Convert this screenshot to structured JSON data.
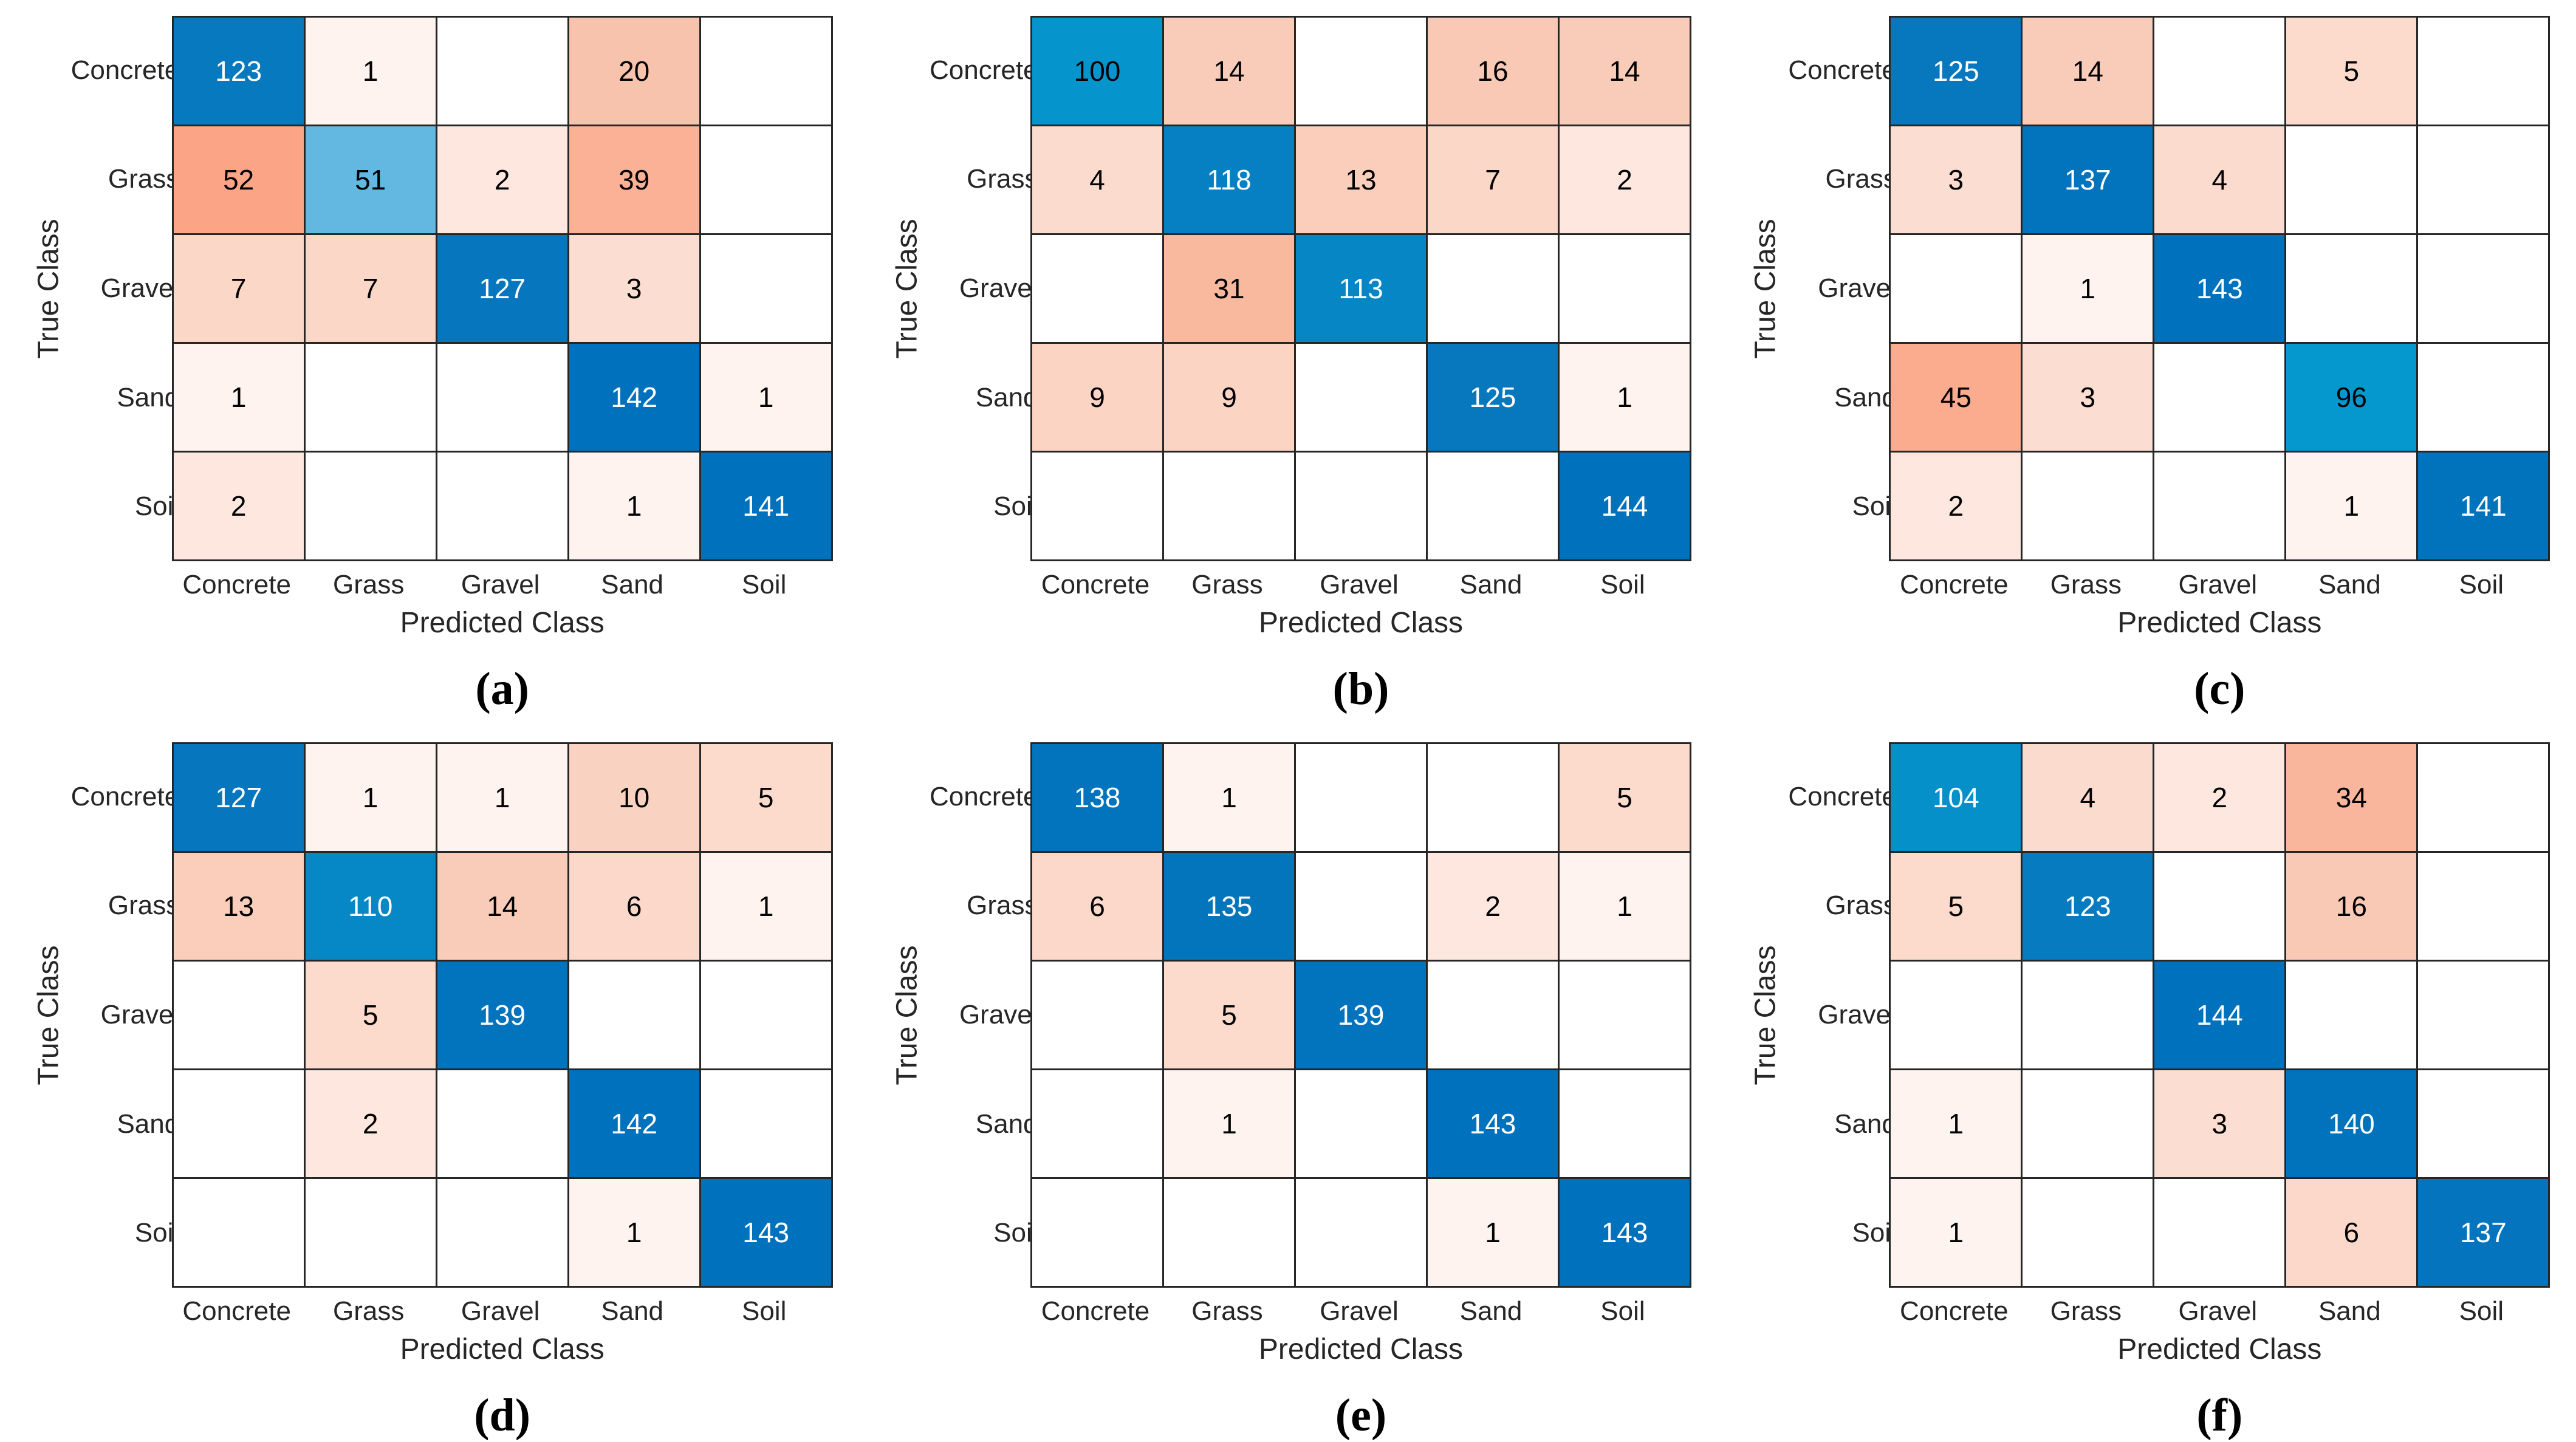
{
  "figure": {
    "background": "#ffffff",
    "x_axis_label": "Predicted Class",
    "y_axis_label": "True Class",
    "classes": [
      "Concrete",
      "Grass",
      "Gravel",
      "Sand",
      "Soil"
    ],
    "colors": {
      "diagonal_base": "#0072BD",
      "diagonal_mid": "#0598CE",
      "diagonal_light": "#62B8E1",
      "off_diagonal_base": "#D95319",
      "off_diagonal_strong": "#FCA485",
      "off_diagonal_light": "#FCDDD1",
      "grid_line": "#262626",
      "label_text": "#262626",
      "cell_text_dark": "#000000",
      "cell_text_light": "#ffffff"
    }
  },
  "chart_data": [
    {
      "type": "heatmap",
      "subtype": "confusion-matrix",
      "caption": "(a)",
      "xlabel": "Predicted Class",
      "ylabel": "True Class",
      "categories": [
        "Concrete",
        "Grass",
        "Gravel",
        "Sand",
        "Soil"
      ],
      "matrix": [
        [
          123,
          1,
          null,
          20,
          null
        ],
        [
          52,
          51,
          2,
          39,
          null
        ],
        [
          7,
          7,
          127,
          3,
          null
        ],
        [
          1,
          null,
          null,
          142,
          1
        ],
        [
          2,
          null,
          null,
          1,
          141
        ]
      ]
    },
    {
      "type": "heatmap",
      "subtype": "confusion-matrix",
      "caption": "(b)",
      "xlabel": "Predicted Class",
      "ylabel": "True Class",
      "categories": [
        "Concrete",
        "Grass",
        "Gravel",
        "Sand",
        "Soil"
      ],
      "matrix": [
        [
          100,
          14,
          null,
          16,
          14
        ],
        [
          4,
          118,
          13,
          7,
          2
        ],
        [
          null,
          31,
          113,
          null,
          null
        ],
        [
          9,
          9,
          null,
          125,
          1
        ],
        [
          null,
          null,
          null,
          null,
          144
        ]
      ]
    },
    {
      "type": "heatmap",
      "subtype": "confusion-matrix",
      "caption": "(c)",
      "xlabel": "Predicted Class",
      "ylabel": "True Class",
      "categories": [
        "Concrete",
        "Grass",
        "Gravel",
        "Sand",
        "Soil"
      ],
      "matrix": [
        [
          125,
          14,
          null,
          5,
          null
        ],
        [
          3,
          137,
          4,
          null,
          null
        ],
        [
          null,
          1,
          143,
          null,
          null
        ],
        [
          45,
          3,
          null,
          96,
          null
        ],
        [
          2,
          null,
          null,
          1,
          141
        ]
      ]
    },
    {
      "type": "heatmap",
      "subtype": "confusion-matrix",
      "caption": "(d)",
      "xlabel": "Predicted Class",
      "ylabel": "True Class",
      "categories": [
        "Concrete",
        "Grass",
        "Gravel",
        "Sand",
        "Soil"
      ],
      "matrix": [
        [
          127,
          1,
          1,
          10,
          5
        ],
        [
          13,
          110,
          14,
          6,
          1
        ],
        [
          null,
          5,
          139,
          null,
          null
        ],
        [
          null,
          2,
          null,
          142,
          null
        ],
        [
          null,
          null,
          null,
          1,
          143
        ]
      ]
    },
    {
      "type": "heatmap",
      "subtype": "confusion-matrix",
      "caption": "(e)",
      "xlabel": "Predicted Class",
      "ylabel": "True Class",
      "categories": [
        "Concrete",
        "Grass",
        "Gravel",
        "Sand",
        "Soil"
      ],
      "matrix": [
        [
          138,
          1,
          null,
          null,
          5
        ],
        [
          6,
          135,
          null,
          2,
          1
        ],
        [
          null,
          5,
          139,
          null,
          null
        ],
        [
          null,
          1,
          null,
          143,
          null
        ],
        [
          null,
          null,
          null,
          1,
          143
        ]
      ]
    },
    {
      "type": "heatmap",
      "subtype": "confusion-matrix",
      "caption": "(f)",
      "xlabel": "Predicted Class",
      "ylabel": "True Class",
      "categories": [
        "Concrete",
        "Grass",
        "Gravel",
        "Sand",
        "Soil"
      ],
      "matrix": [
        [
          104,
          4,
          2,
          34,
          null
        ],
        [
          5,
          123,
          null,
          16,
          null
        ],
        [
          null,
          null,
          144,
          null,
          null
        ],
        [
          1,
          null,
          3,
          140,
          null
        ],
        [
          1,
          null,
          null,
          6,
          137
        ]
      ]
    }
  ]
}
